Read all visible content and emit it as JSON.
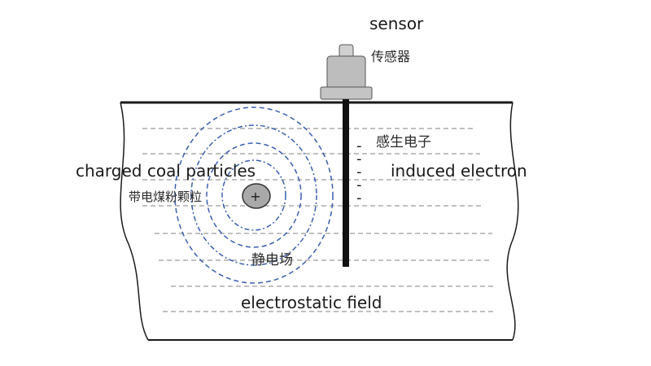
{
  "labels": {
    "sensor_en": "sensor",
    "sensor_zh": "传感器",
    "induced_zh": "感生电子",
    "induced_en": "induced electron",
    "particle_en": "charged coal particles",
    "particle_zh": "带电煤粉颗粒",
    "particle_sign": "+",
    "field_zh": "静电场",
    "field_en": "electrostatic field"
  },
  "electron_symbols": [
    "-",
    "-",
    "-",
    "-",
    "-"
  ],
  "colors": {
    "field_lines": "#3a5fb0",
    "dash_lines": "#9a9a9a",
    "outline": "#1a1a1a",
    "particle_fill": "#a9a9a9",
    "sensor_body": "#bdbdbd"
  }
}
